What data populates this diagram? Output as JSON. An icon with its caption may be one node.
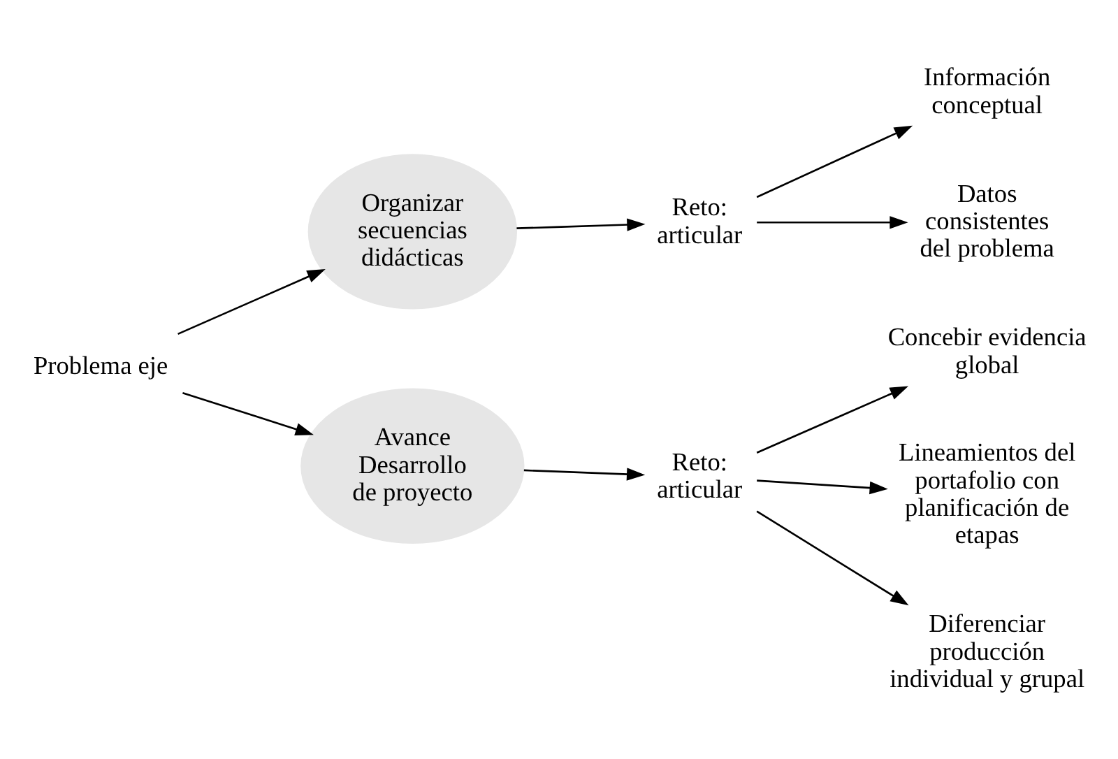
{
  "diagram": {
    "nodes": [
      {
        "text": [
          "Problema eje"
        ]
      },
      {
        "text": [
          "Organizar secuencias didácticas"
        ]
      },
      {
        "text": [
          "Avance Desarrollo de proyecto"
        ]
      },
      {
        "text": [
          "Reto: articular"
        ]
      },
      {
        "text": [
          "Reto: articular"
        ]
      },
      {
        "text": [
          "Información conceptual"
        ]
      },
      {
        "text": [
          "Datos consistentes del problema"
        ]
      },
      {
        "text": [
          "Concebir evidencia global"
        ]
      },
      {
        "text": [
          "Lineamientos del portafolio con planificación de etapas"
        ]
      },
      {
        "text": [
          "Diferenciar producción individual y grupal"
        ]
      }
    ],
    "edges": [
      {
        "from": 0,
        "to": 1,
        "arrow": "to"
      },
      {
        "from": 0,
        "to": 2,
        "arrow": "to"
      },
      {
        "from": 1,
        "to": 3,
        "arrow": "to"
      },
      {
        "from": 2,
        "to": 4,
        "arrow": "to"
      },
      {
        "from": 3,
        "to": 5,
        "arrow": "to"
      },
      {
        "from": 3,
        "to": 6,
        "arrow": "to"
      },
      {
        "from": 4,
        "to": 7,
        "arrow": "to"
      },
      {
        "from": 4,
        "to": 8,
        "arrow": "to"
      },
      {
        "from": 4,
        "to": 9,
        "arrow": "to"
      }
    ]
  }
}
